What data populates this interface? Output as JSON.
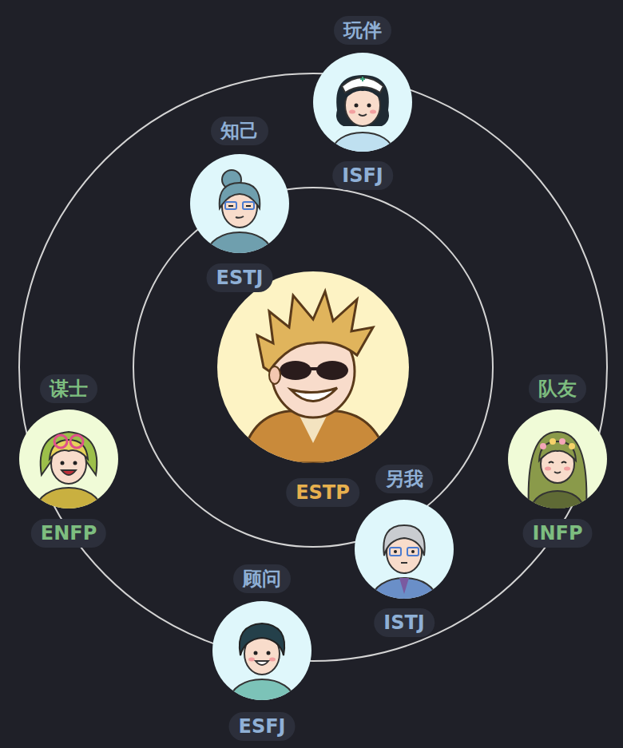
{
  "diagram": {
    "nodes": [
      {
        "text": [
          "玩伴",
          "ISFJ"
        ]
      },
      {
        "text": [
          "知己",
          "ESTJ"
        ]
      },
      {
        "text": [
          "ESTP"
        ]
      },
      {
        "text": [
          "谋士",
          "ENFP"
        ]
      },
      {
        "text": [
          "队友",
          "INFP"
        ]
      },
      {
        "text": [
          "另我",
          "ISTJ"
        ]
      },
      {
        "text": [
          "顾问",
          "ESFJ"
        ]
      }
    ]
  }
}
